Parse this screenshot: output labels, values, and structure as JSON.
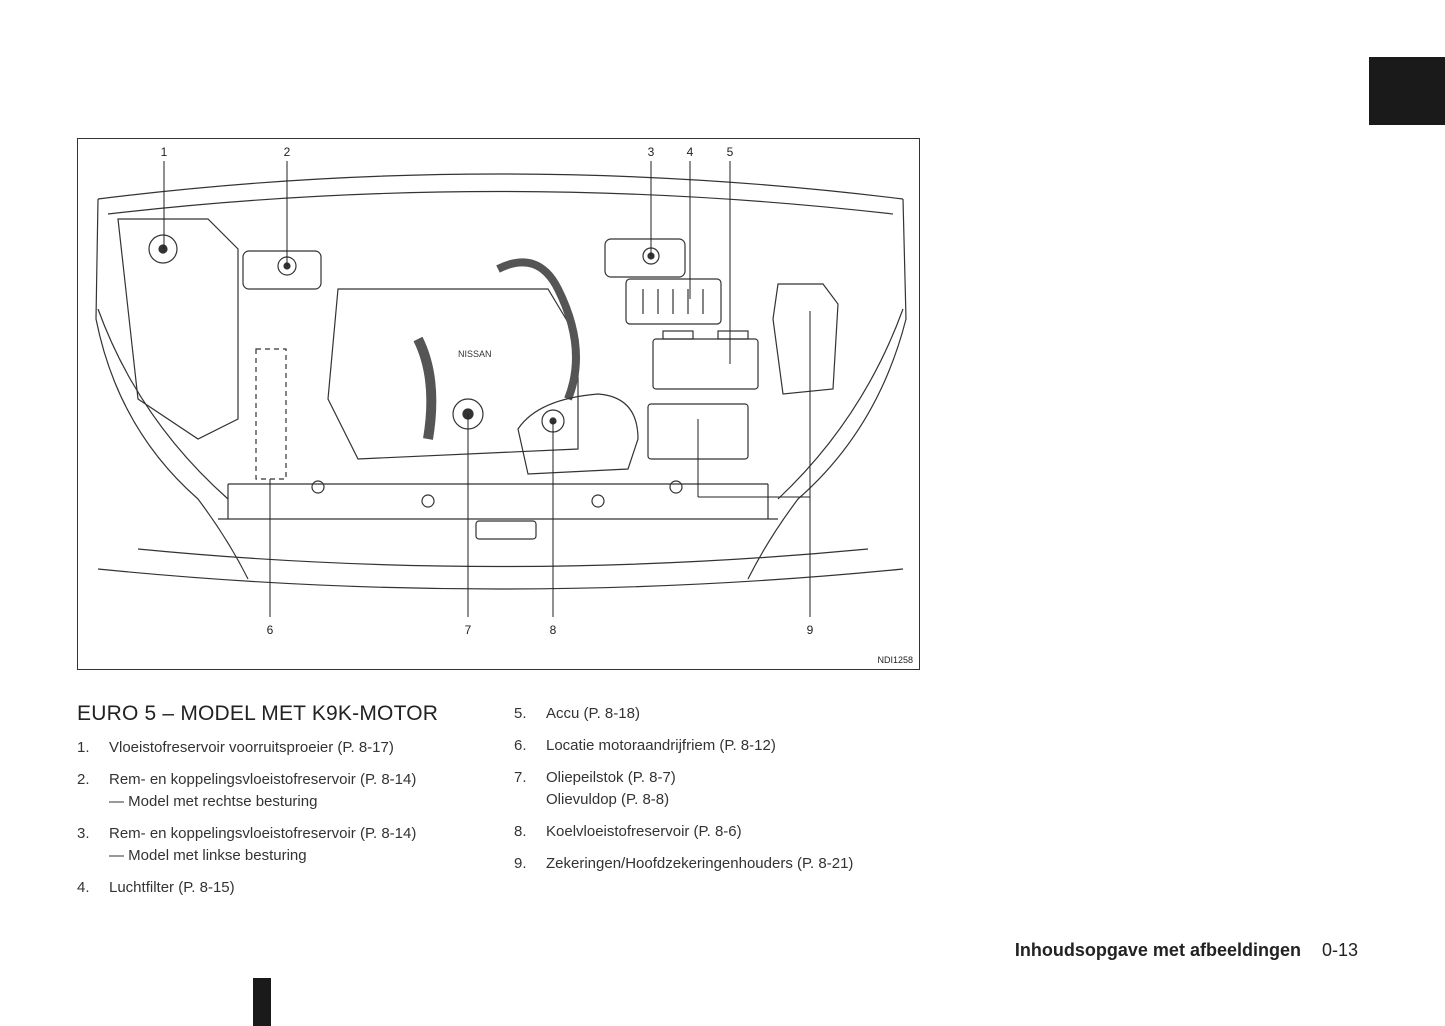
{
  "figure": {
    "code": "NDI1258",
    "callouts_top": [
      "1",
      "2",
      "3",
      "4",
      "5"
    ],
    "callouts_bottom": [
      "6",
      "7",
      "8",
      "9"
    ]
  },
  "section_title": "EURO 5 – MODEL MET K9K-MOTOR",
  "items_left": [
    {
      "num": "1.",
      "text": "Vloeistofreservoir voorruitsproeier (P. 8-17)",
      "sub": ""
    },
    {
      "num": "2.",
      "text": "Rem- en koppelingsvloeistofreservoir (P. 8-14)",
      "sub": "— Model met rechtse besturing"
    },
    {
      "num": "3.",
      "text": "Rem- en koppelingsvloeistofreservoir (P. 8-14)",
      "sub": "— Model met linkse besturing"
    },
    {
      "num": "4.",
      "text": "Luchtfilter (P. 8-15)",
      "sub": ""
    }
  ],
  "items_right": [
    {
      "num": "5.",
      "text": "Accu (P. 8-18)",
      "sub": ""
    },
    {
      "num": "6.",
      "text": "Locatie motoraandrijfriem (P. 8-12)",
      "sub": ""
    },
    {
      "num": "7.",
      "text": "Oliepeilstok (P. 8-7)",
      "sub": "Olievuldop (P. 8-8)"
    },
    {
      "num": "8.",
      "text": "Koelvloeistofreservoir (P. 8-6)",
      "sub": ""
    },
    {
      "num": "9.",
      "text": "Zekeringen/Hoofdzekeringenhouders (P. 8-21)",
      "sub": ""
    }
  ],
  "footer": {
    "title": "Inhoudsopgave met afbeeldingen",
    "page": "0-13"
  },
  "colors": {
    "ink": "#222222",
    "marker": "#1a1a1a"
  }
}
